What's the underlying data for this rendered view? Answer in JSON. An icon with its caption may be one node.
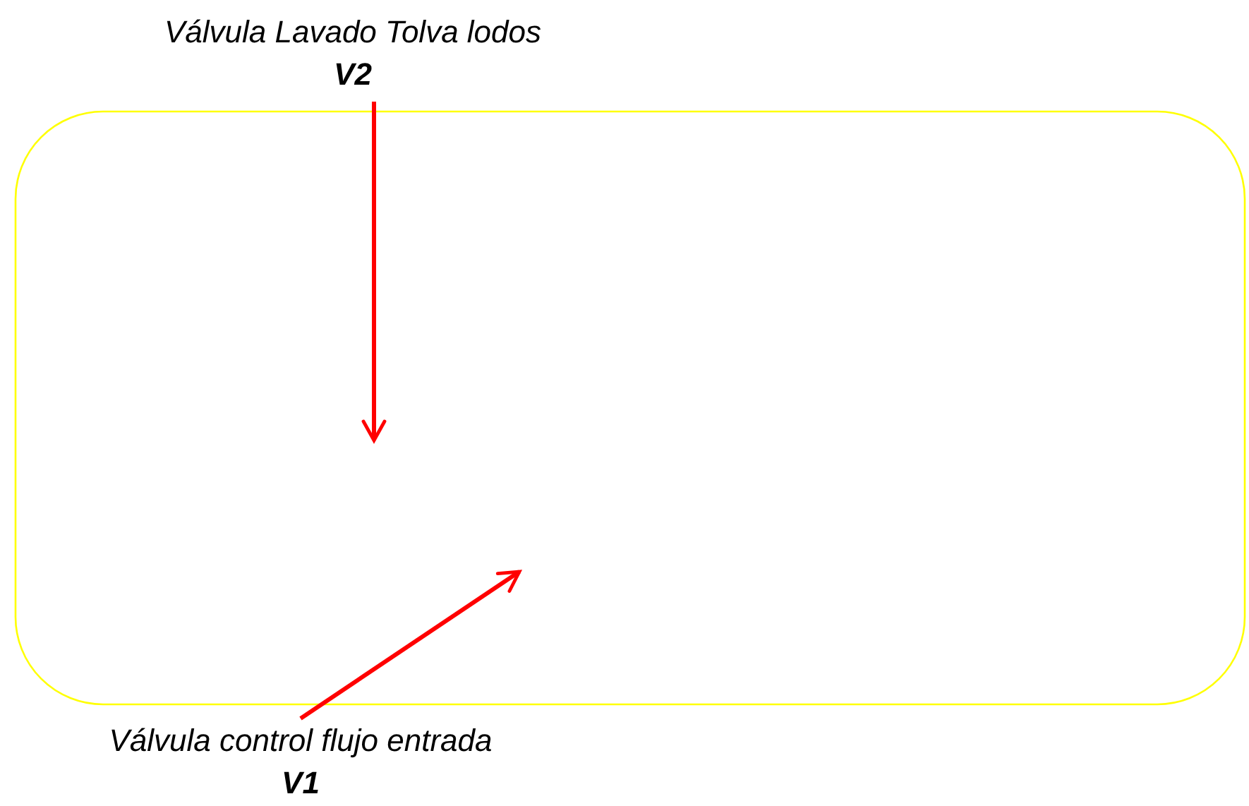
{
  "diagram": {
    "nodes": [
      {
        "text": [],
        "shape": "box"
      },
      {
        "text": [
          "Válvula Lavado Tolva lodos",
          "V2"
        ]
      },
      {
        "text": [
          "Válvula control flujo entrada",
          "V1"
        ]
      }
    ],
    "edges": [
      {
        "from": 1,
        "to": 0,
        "arrow": "to"
      },
      {
        "from": 2,
        "to": 0,
        "arrow": "to"
      }
    ]
  }
}
